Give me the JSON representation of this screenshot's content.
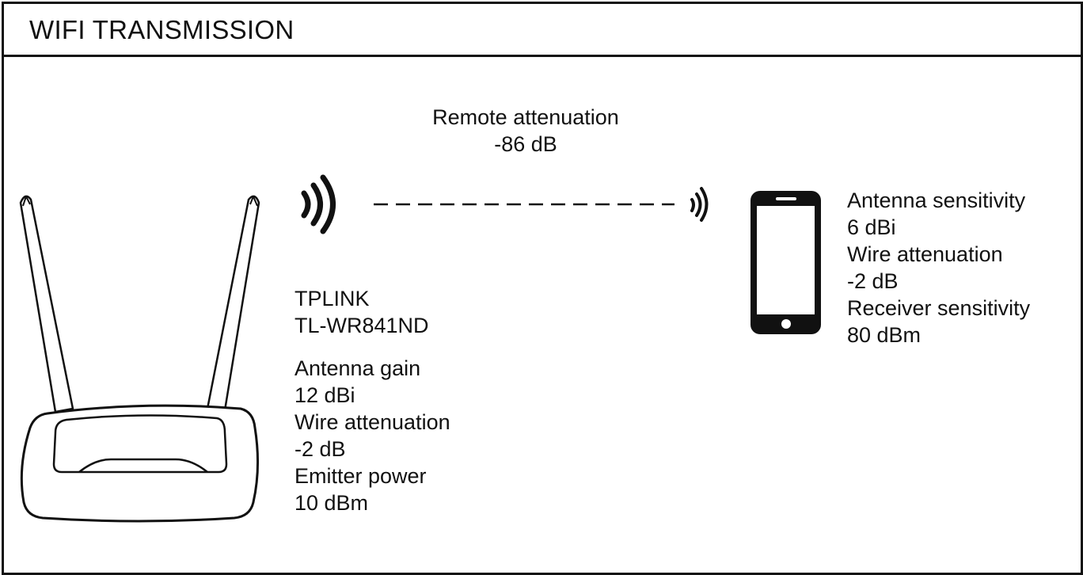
{
  "header": {
    "title": "WIFI TRANSMISSION"
  },
  "link": {
    "label": "Remote attenuation",
    "value": "-86 dB"
  },
  "router": {
    "brand": "TPLINK",
    "model": "TL-WR841ND",
    "specs": [
      {
        "label": "Antenna gain",
        "value": "12 dBi"
      },
      {
        "label": "Wire attenuation",
        "value": "-2 dB"
      },
      {
        "label": "Emitter power",
        "value": "10 dBm"
      }
    ]
  },
  "phone": {
    "specs": [
      {
        "label": "Antenna sensitivity",
        "value": "6 dBi"
      },
      {
        "label": "Wire attenuation",
        "value": "-2 dB"
      },
      {
        "label": "Receiver sensitivity",
        "value": "80 dBm"
      }
    ]
  },
  "icons": [
    "router-icon",
    "wifi-signal-icon",
    "smartphone-icon"
  ],
  "colors": {
    "stroke": "#111111",
    "background": "#ffffff"
  }
}
